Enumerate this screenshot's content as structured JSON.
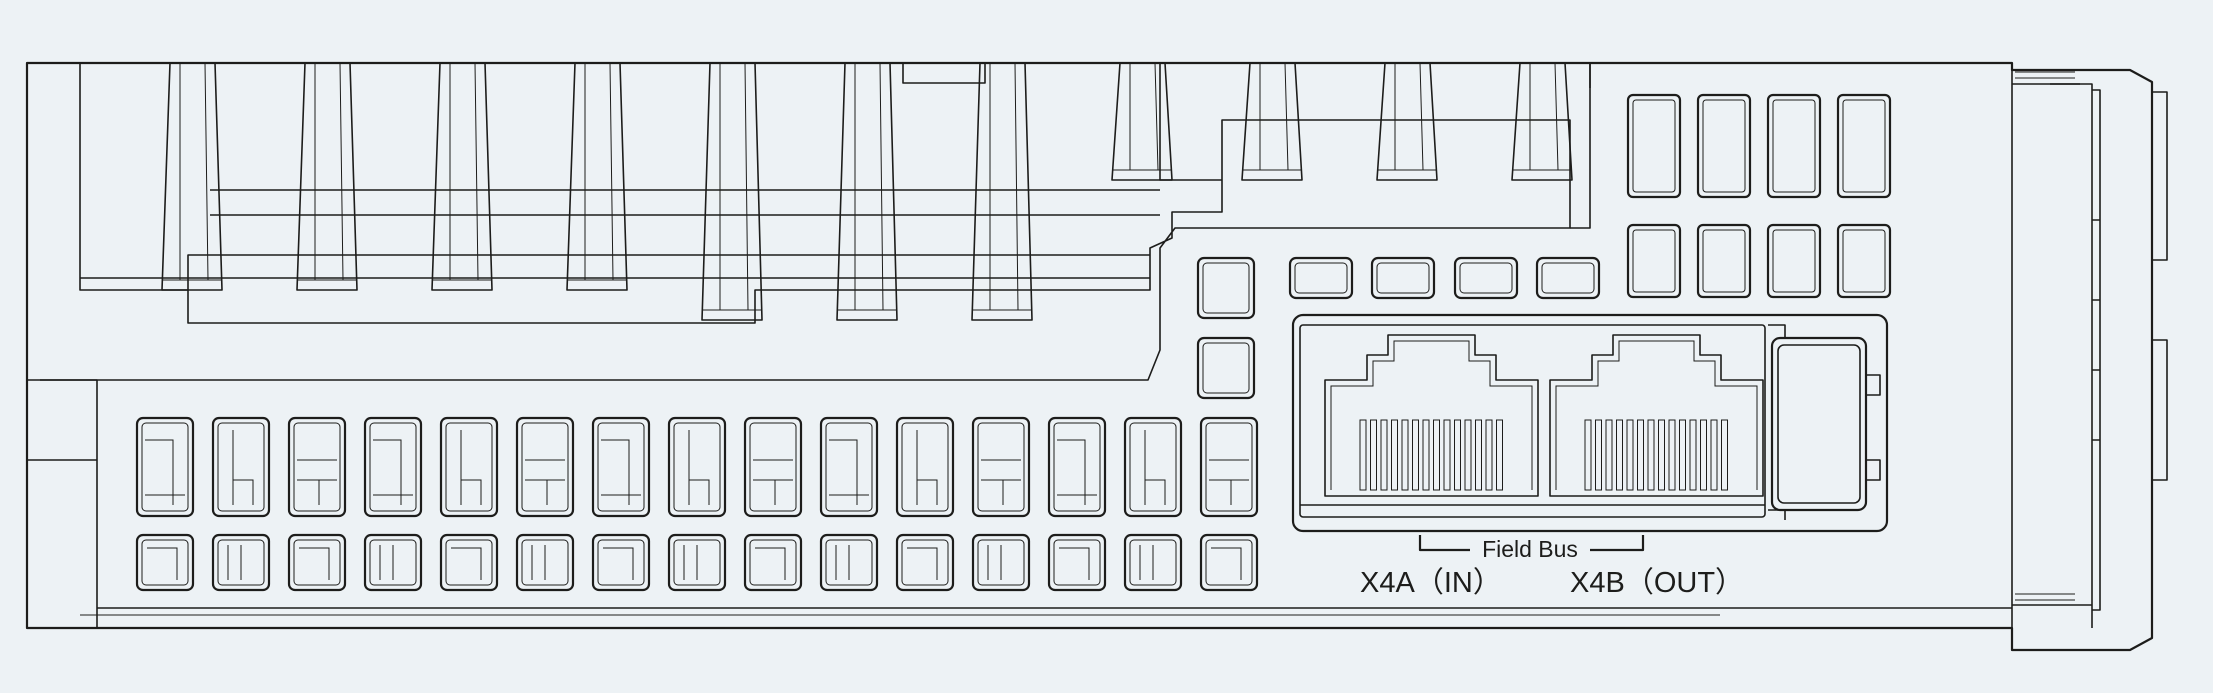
{
  "diagram": {
    "labels": {
      "field_bus": "Field Bus",
      "x4a": "X4A（IN）",
      "x4b": "X4B（OUT）"
    },
    "colors": {
      "background": "#edf2f5",
      "line": "#1d1d1b"
    }
  }
}
